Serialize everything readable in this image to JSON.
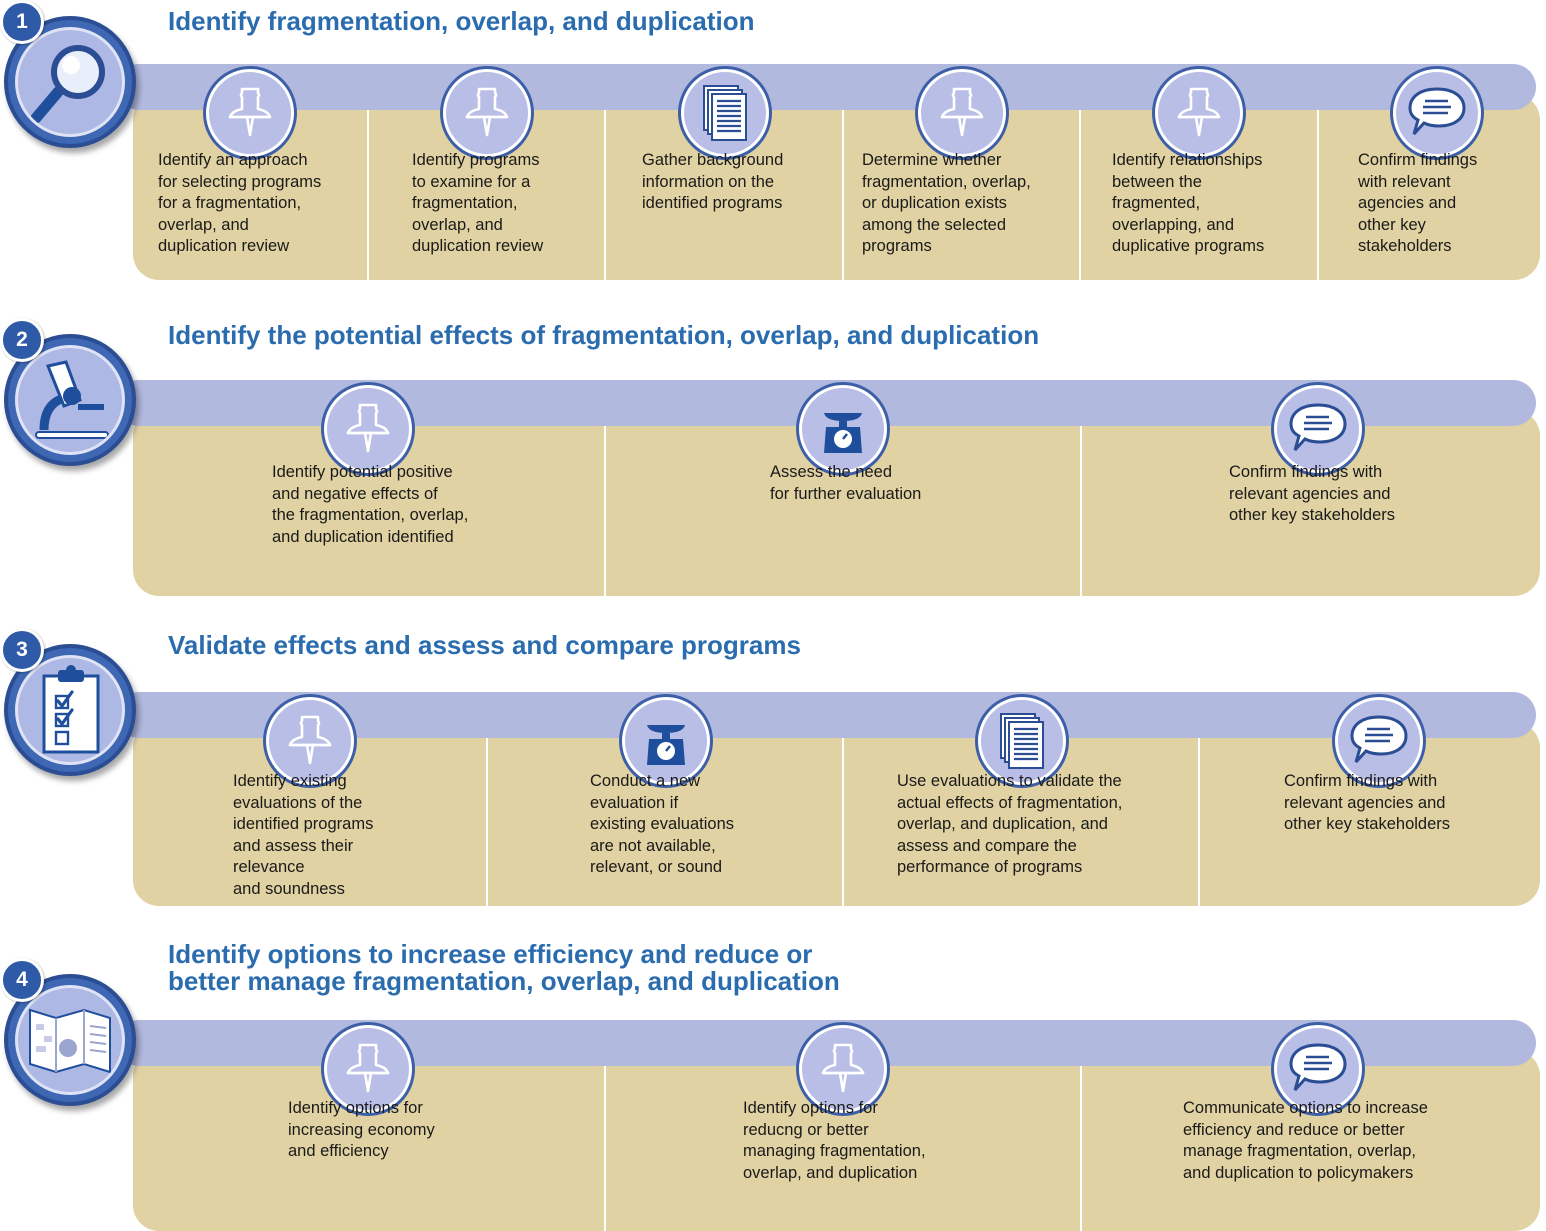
{
  "colors": {
    "heading": "#2a6cae",
    "panel": "#e0d2a2",
    "band": "#b2b9df",
    "node_fill": "#b9bee6",
    "node_ring": "#3d5fa8",
    "badge": "#3e68b4"
  },
  "sections": [
    {
      "number": "1",
      "badge_icon": "magnifying-glass-icon",
      "title": [
        "Identify fragmentation, overlap, and duplication"
      ],
      "steps": [
        {
          "icon": "pushpin-icon",
          "text": "Identify an approach\nfor selecting programs\nfor a fragmentation,\noverlap, and\nduplication review"
        },
        {
          "icon": "pushpin-icon",
          "text": "Identify programs\nto examine for a\nfragmentation,\noverlap, and\nduplication review"
        },
        {
          "icon": "documents-icon",
          "text": "Gather background\ninformation on the\nidentified programs"
        },
        {
          "icon": "pushpin-icon",
          "text": "Determine whether\nfragmentation, overlap,\nor duplication exists\namong the selected\nprograms"
        },
        {
          "icon": "pushpin-icon",
          "text": "Identify relationships\nbetween the\nfragmented,\noverlapping, and\nduplicative programs"
        },
        {
          "icon": "speech-bubble-icon",
          "text": "Confirm findings\nwith relevant\nagencies and\nother key\nstakeholders"
        }
      ]
    },
    {
      "number": "2",
      "badge_icon": "microscope-icon",
      "title": [
        "Identify the potential effects of fragmentation, overlap, and duplication"
      ],
      "steps": [
        {
          "icon": "pushpin-icon",
          "text": "Identify potential positive\nand negative effects of\nthe fragmentation, overlap,\nand duplication identified"
        },
        {
          "icon": "scale-icon",
          "text": "Assess the need\nfor further evaluation"
        },
        {
          "icon": "speech-bubble-icon",
          "text": "Confirm findings with\nrelevant agencies and\nother key stakeholders"
        }
      ]
    },
    {
      "number": "3",
      "badge_icon": "clipboard-checklist-icon",
      "title": [
        "Validate effects and assess and compare programs"
      ],
      "steps": [
        {
          "icon": "pushpin-icon",
          "text": "Identify existing\nevaluations of the\nidentified programs\nand assess their\nrelevance\nand soundness"
        },
        {
          "icon": "scale-icon",
          "text": "Conduct a new\nevaluation if\nexisting evaluations\nare not available,\nrelevant, or sound"
        },
        {
          "icon": "documents-icon",
          "text": "Use evaluations to validate the\nactual effects of fragmentation,\noverlap, and duplication, and\nassess and compare the\nperformance of programs"
        },
        {
          "icon": "speech-bubble-icon",
          "text": "Confirm findings with\nrelevant agencies and\nother key stakeholders"
        }
      ]
    },
    {
      "number": "4",
      "badge_icon": "folded-map-icon",
      "title": [
        "Identify options to increase efficiency and reduce or",
        "better manage fragmentation, overlap, and duplication"
      ],
      "steps": [
        {
          "icon": "pushpin-icon",
          "text": "Identify options for\nincreasing economy\nand efficiency"
        },
        {
          "icon": "pushpin-icon",
          "text": "Identify options for\nreducng or better\nmanaging fragmentation,\noverlap, and duplication"
        },
        {
          "icon": "speech-bubble-icon",
          "text": "Communicate options to increase\nefficiency and reduce or better\nmanage fragmentation, overlap,\nand duplication to policymakers"
        }
      ]
    }
  ]
}
